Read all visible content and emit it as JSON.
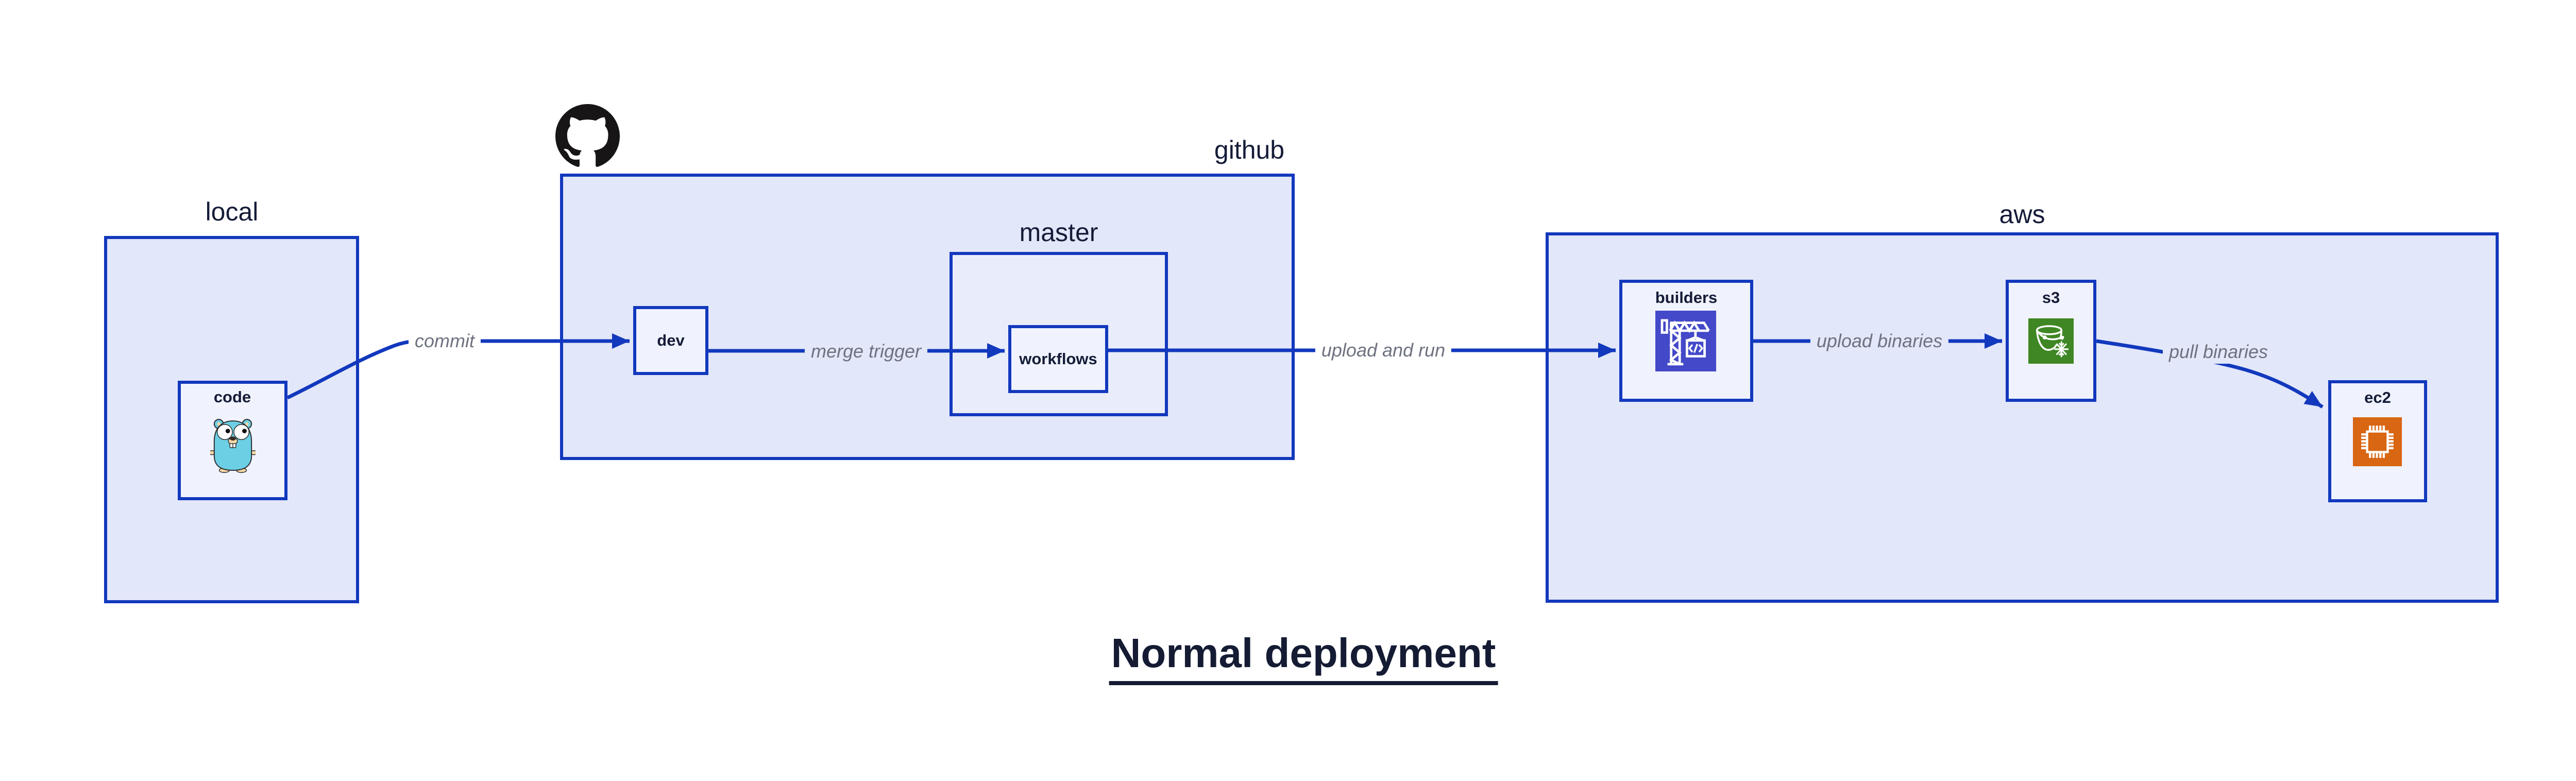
{
  "diagram_title": "Normal deployment",
  "groups": [
    {
      "id": "local",
      "label": "local"
    },
    {
      "id": "github",
      "label": "github"
    },
    {
      "id": "master",
      "label": "master"
    },
    {
      "id": "aws",
      "label": "aws"
    }
  ],
  "nodes": [
    {
      "id": "code",
      "label": "code",
      "icon": "go-gopher-icon"
    },
    {
      "id": "dev",
      "label": "dev"
    },
    {
      "id": "workflows",
      "label": "workflows"
    },
    {
      "id": "builders",
      "label": "builders",
      "icon": "codebuild-crane-icon"
    },
    {
      "id": "s3",
      "label": "s3",
      "icon": "s3-glacier-bucket-icon"
    },
    {
      "id": "ec2",
      "label": "ec2",
      "icon": "ec2-chip-icon"
    }
  ],
  "connectors": [
    {
      "label": "commit",
      "from": "code",
      "to": "dev"
    },
    {
      "label": "merge trigger",
      "from": "dev",
      "to": "workflows"
    },
    {
      "label": "upload and run",
      "from": "workflows",
      "to": "builders"
    },
    {
      "label": "upload binaries",
      "from": "builders",
      "to": "s3"
    },
    {
      "label": "pull binaries",
      "from": "s3",
      "to": "ec2"
    }
  ],
  "icons": {
    "logo": "github-octocat-logo-icon"
  },
  "colors": {
    "line_blue": "#1238bd",
    "group_fill": "#e2e7f9",
    "node_fill": "#f0f3fd",
    "label_navy": "#151c38",
    "connector_gray": "#6e7280",
    "codebuild_indigo": "#4349c8",
    "glacier_green": "#3f8624",
    "ec2_orange": "#d86613",
    "github_black": "#171515",
    "gopher_teal": "#6ccfe4"
  }
}
